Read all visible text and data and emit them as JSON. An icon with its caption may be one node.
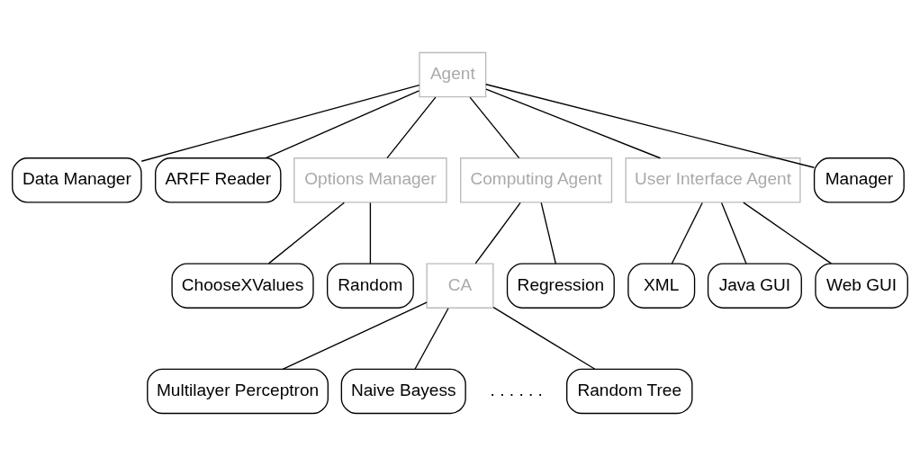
{
  "diagram": {
    "nodes": [
      {
        "text": [
          "Agent"
        ]
      },
      {
        "text": [
          "Data Manager"
        ]
      },
      {
        "text": [
          "ARFF Reader"
        ]
      },
      {
        "text": [
          "Options Manager"
        ]
      },
      {
        "text": [
          "Computing Agent"
        ]
      },
      {
        "text": [
          "User Interface Agent"
        ]
      },
      {
        "text": [
          "Manager"
        ]
      },
      {
        "text": [
          "ChooseXValues"
        ]
      },
      {
        "text": [
          "Random"
        ]
      },
      {
        "text": [
          "CA"
        ]
      },
      {
        "text": [
          "Regression"
        ]
      },
      {
        "text": [
          "XML"
        ]
      },
      {
        "text": [
          "Java GUI"
        ]
      },
      {
        "text": [
          "Web GUI"
        ]
      },
      {
        "text": [
          "Multilayer Perceptron"
        ]
      },
      {
        "text": [
          "Naive Bayess"
        ]
      },
      {
        "text": [
          "Random Tree"
        ]
      }
    ],
    "edges": [
      {
        "from": 0,
        "to": 1,
        "arrow": "none"
      },
      {
        "from": 0,
        "to": 2,
        "arrow": "none"
      },
      {
        "from": 0,
        "to": 3,
        "arrow": "none"
      },
      {
        "from": 0,
        "to": 4,
        "arrow": "none"
      },
      {
        "from": 0,
        "to": 5,
        "arrow": "none"
      },
      {
        "from": 0,
        "to": 6,
        "arrow": "none"
      },
      {
        "from": 3,
        "to": 7,
        "arrow": "none"
      },
      {
        "from": 3,
        "to": 8,
        "arrow": "none"
      },
      {
        "from": 4,
        "to": 9,
        "arrow": "none"
      },
      {
        "from": 4,
        "to": 10,
        "arrow": "none"
      },
      {
        "from": 5,
        "to": 11,
        "arrow": "none"
      },
      {
        "from": 5,
        "to": 12,
        "arrow": "none"
      },
      {
        "from": 5,
        "to": 13,
        "arrow": "none"
      },
      {
        "from": 9,
        "to": 14,
        "arrow": "none"
      },
      {
        "from": 9,
        "to": 15,
        "arrow": "none"
      },
      {
        "from": 9,
        "to": 16,
        "arrow": "none"
      }
    ],
    "labels": [
      ". . . . . ."
    ]
  }
}
